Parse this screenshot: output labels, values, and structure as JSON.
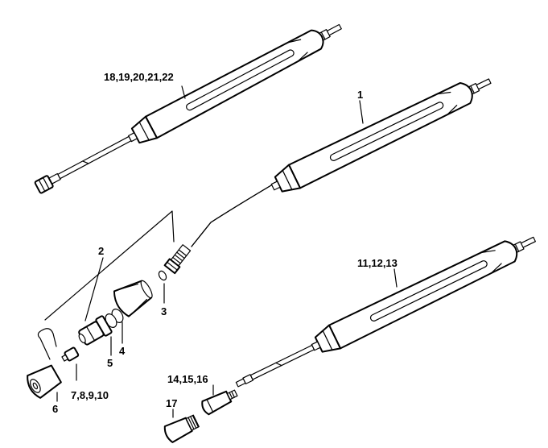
{
  "callouts": {
    "c1": "1",
    "c2": "2",
    "c3": "3",
    "c4": "4",
    "c5": "5",
    "c6": "6",
    "c7": "7,8,9,10",
    "c11": "11,12,13",
    "c14": "14,15,16",
    "c17": "17",
    "c18": "18,19,20,21,22"
  }
}
